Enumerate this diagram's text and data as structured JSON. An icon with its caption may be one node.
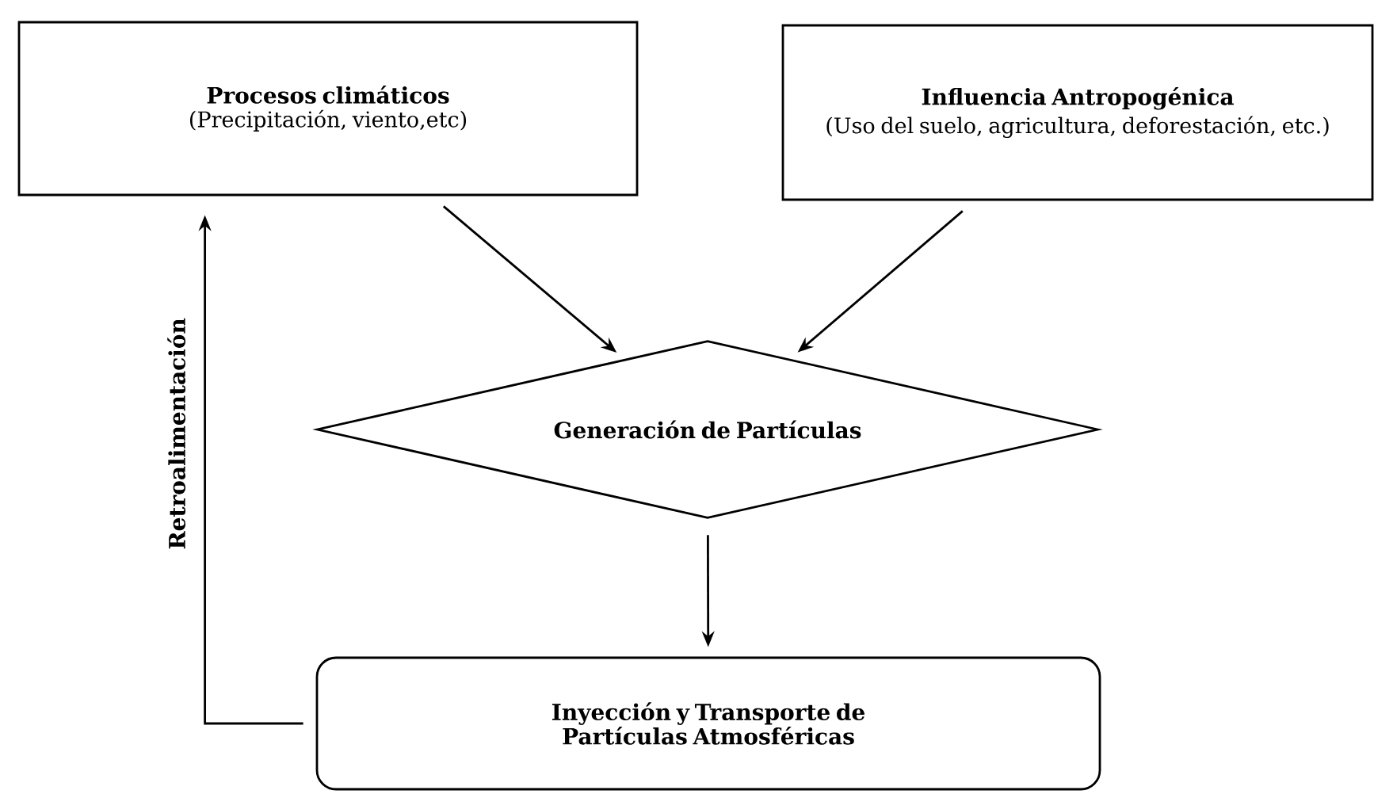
{
  "diagram": {
    "nodes": [
      {
        "text": [
          "Procesos climáticos",
          "(Precipitación, viento,etc)"
        ]
      },
      {
        "text": [
          "Influencia Antropogénica",
          "(Uso del suelo, agricultura, deforestación, etc.)"
        ]
      },
      {
        "text": [
          "Generación de Partículas"
        ]
      },
      {
        "text": [
          "Inyección y Transporte de Partículas Atmosféricas"
        ]
      }
    ],
    "edges": [
      {
        "from": 0,
        "to": 2,
        "arrow": "to"
      },
      {
        "from": 1,
        "to": 2,
        "arrow": "to"
      },
      {
        "from": 2,
        "to": 3,
        "arrow": "to"
      },
      {
        "from": 3,
        "to": 0,
        "arrow": "to",
        "label": "Retroalimentación"
      }
    ]
  }
}
